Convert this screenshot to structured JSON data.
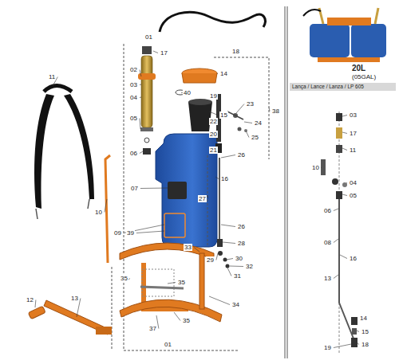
{
  "diagram": {
    "nodes": [
      {
        "text": [
          "Lança / Lance / Lanza / LP 605"
        ]
      }
    ],
    "edges": [],
    "labels": [
      "01",
      "17",
      "02",
      "03",
      "04",
      "05",
      "06",
      "14",
      "40",
      "15",
      "16",
      "18",
      "19",
      "22",
      "23",
      "20",
      "21",
      "24",
      "25",
      "38",
      "11",
      "10",
      "07",
      "09",
      "39",
      "26",
      "27",
      "26",
      "28",
      "29",
      "30",
      "31",
      "32",
      "33",
      "35",
      "35",
      "34",
      "35",
      "37",
      "13",
      "12",
      "01",
      "20L",
      "(05GAL)",
      "03",
      "17",
      "11",
      "10",
      "04",
      "05",
      "06",
      "08",
      "13",
      "16",
      "14",
      "15",
      "18",
      "19"
    ]
  }
}
